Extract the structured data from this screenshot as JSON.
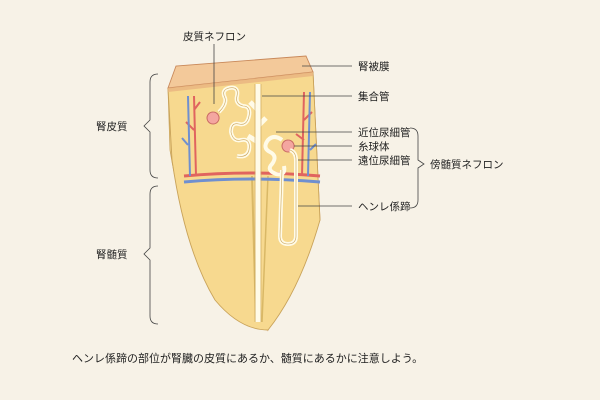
{
  "labels": {
    "cortical_nephron": "皮質ネフロン",
    "renal_capsule": "腎被膜",
    "collecting_duct": "集合管",
    "proximal_tubule": "近位尿細管",
    "glomerulus": "糸球体",
    "distal_tubule": "遠位尿細管",
    "juxtamedullary_nephron": "傍髄質ネフロン",
    "loop_of_henle": "ヘンレ係蹄",
    "renal_cortex": "腎皮質",
    "renal_medulla": "腎髄質"
  },
  "caption": "ヘンレ係蹄の部位が腎臓の皮質にあるか、髄質にあるかに注意しよう。",
  "colors": {
    "background": "#f7f2e7",
    "tissue": "#f7d98f",
    "tissue_edge": "#c9a35a",
    "capsule_top": "#f3c99a",
    "capsule_side": "#e8a77d",
    "artery": "#e0645f",
    "vein": "#6f8fd0",
    "tubule": "#fffbe8"
  }
}
